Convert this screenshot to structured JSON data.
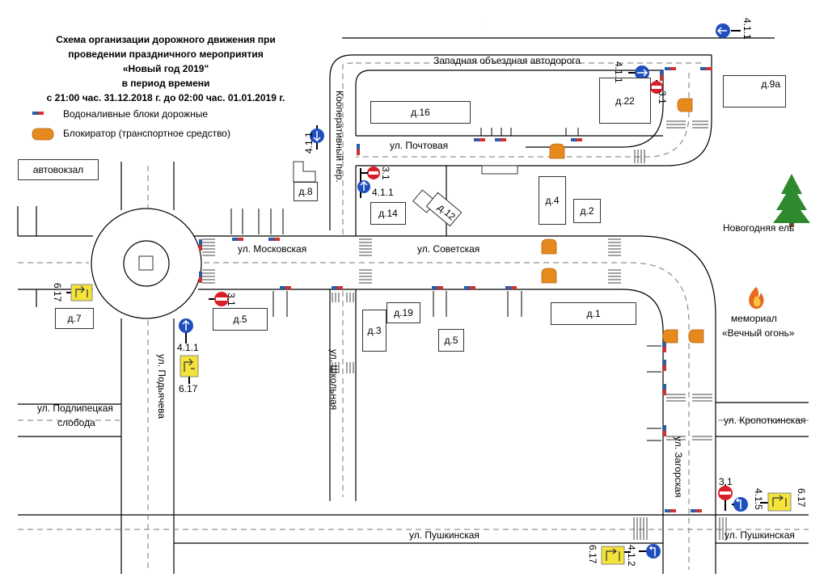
{
  "title": {
    "line1": "Схема организации дорожного движения при",
    "line2": "проведении праздничного мероприятия",
    "line3": "«Новый год 2019\"",
    "line4": "в период времени",
    "line5": "с 21:00 час. 31.12.2018 г. до 02:00 час. 01.01.2019 г."
  },
  "legend": {
    "water_blocks": "Водоналивные блоки дорожные",
    "blocker": "Блокиратор (транспортное средство)"
  },
  "streets": {
    "zapadnaya": "Западная объездная автодорога",
    "pochtovaya": "ул. Почтовая",
    "moskovskaya": "ул. Московская",
    "sovetskaya": "ул. Советская",
    "kooperativny": "Кооперативный пер.",
    "shkolnaya": "ул. Школьная",
    "podyacheva": "ул. Подьячева",
    "podlipetskaya_1": "ул. Подлипецкая",
    "podlipetskaya_2": "слобода",
    "kropotkinskaya": "ул. Кропоткинская",
    "zagorskaya": "ул. Загорская",
    "pushkinskaya_left": "ул. Пушкинская",
    "pushkinskaya_right": "ул. Пушкинская"
  },
  "buildings": {
    "avtovokzal": "автовокзал",
    "d16": "д.16",
    "d22": "д.22",
    "d9a": "д.9а",
    "d8": "д.8",
    "d14": "д.14",
    "d12": "д.12",
    "d4": "д.4",
    "d2": "д.2",
    "d7": "д.7",
    "d5_left": "д.5",
    "d19": "д.19",
    "d3": "д.3",
    "d5_mid": "д.5",
    "d1": "д.1"
  },
  "landmarks": {
    "tree": "Новогодняя ель",
    "memorial_1": "мемориал",
    "memorial_2": "«Вечный огонь»"
  },
  "sign_codes": {
    "s411_top": "4.1.1",
    "s411_zap": "4.1.1",
    "s31_zap": "3.1",
    "s411_coop": "4.1.1",
    "s31_coop": "3.1",
    "s411_coop2": "4.1.1",
    "s617_left": "6.17",
    "s31_left": "3.1",
    "s411_pod": "4.1.1",
    "s617_pod": "6.17",
    "s31_right": "3.1",
    "s415_right": "4.1.5",
    "s617_right": "6.17",
    "s617_bottom": "6.17",
    "s412_bottom": "4.1.2"
  },
  "colors": {
    "water_block_blue": "#2e5aa8",
    "water_block_red": "#d0312d",
    "blocker": "#e68a1e",
    "sign_blue": "#1f4fbf",
    "sign_red": "#d8202a",
    "sign_yellow": "#f3e33a",
    "tree": "#2f8a2f"
  }
}
